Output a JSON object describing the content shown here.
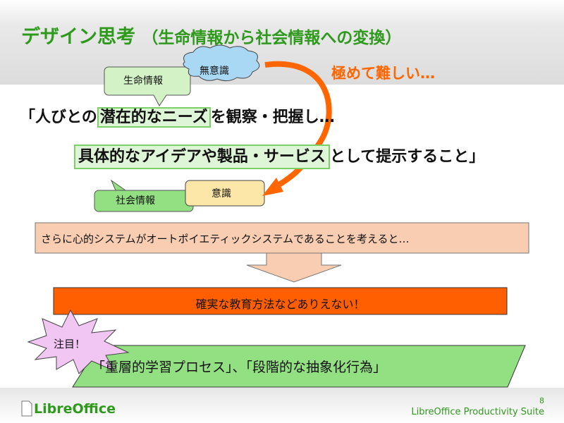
{
  "title": {
    "main": "デザイン思考",
    "sub": "（生命情報から社会情報への変換）"
  },
  "callouts": {
    "life_info": "生命情報",
    "unconscious": "無意識",
    "social_info": "社会情報",
    "conscious": "意識"
  },
  "arrow_label": "極めて難しい…",
  "sentence": {
    "line1_pre": "「人びとの",
    "line1_hl": "潜在的なニーズ",
    "line1_post": "を観察・把握し…",
    "line2_hl": "具体的なアイデアや製品・サービス",
    "line2_post": "として提示すること」"
  },
  "premise": "さらに心的システムがオートポイエティックシステムであることを考えると…",
  "conclusion": "確実な教育方法などありえない！",
  "attention": "注目！",
  "highlight": "「重層的学習プロセス」、「段階的な抽象化行為」",
  "footer": {
    "logo": "LibreOffice",
    "page": "8",
    "suite": "LibreOffice Productivity Suite"
  },
  "colors": {
    "title": "#2e9a1c",
    "arrow": "#ff6600",
    "conclusion": "#ff5f00",
    "parallelogram": "#92e082",
    "premise": "#f8cdb2"
  }
}
